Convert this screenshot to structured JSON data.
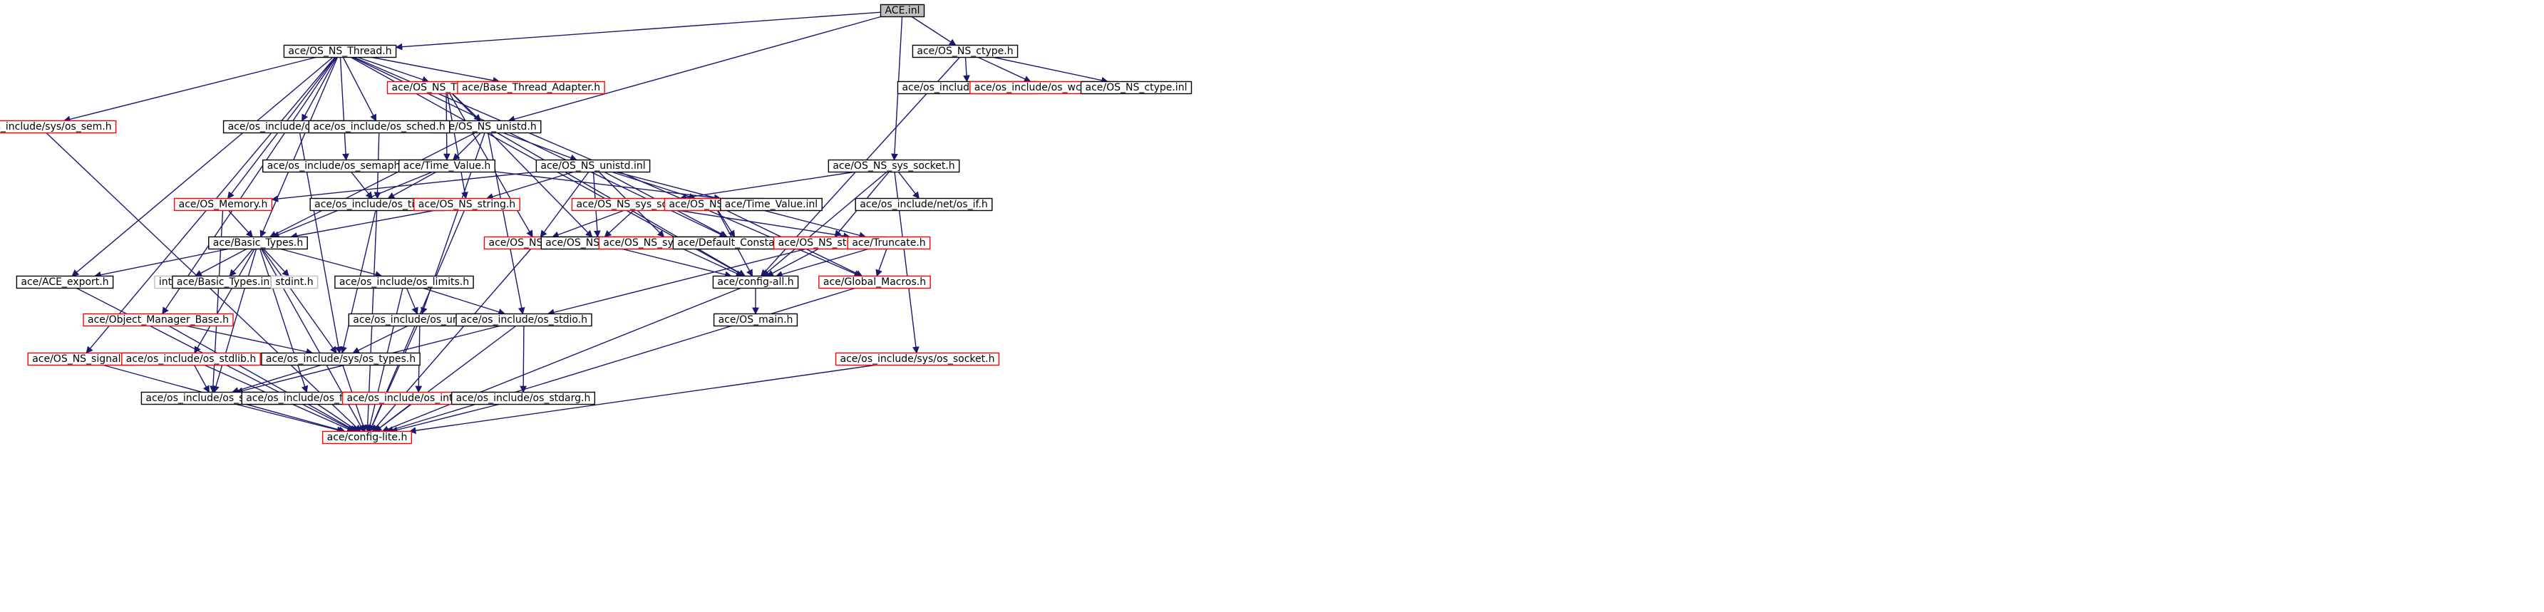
{
  "diagram": {
    "type": "include-dependency-graph",
    "colors": {
      "edge": "#191970",
      "root_fill": "#bfbfbf",
      "node_border": "#000000",
      "truncated_border": "#ff0000",
      "system_border": "#bfbfbf"
    },
    "nodes": [
      {
        "id": "ace_inl",
        "label": "ACE.inl",
        "kind": "root"
      },
      {
        "id": "os_ns_thread_h",
        "label": "ace/OS_NS_Thread.h",
        "kind": "plain"
      },
      {
        "id": "os_ns_ctype_h",
        "label": "ace/OS_NS_ctype.h",
        "kind": "plain"
      },
      {
        "id": "os_ns_thread_inl",
        "label": "ace/OS_NS_Thread.inl",
        "kind": "red"
      },
      {
        "id": "base_thread_adapter_h",
        "label": "ace/Base_Thread_Adapter.h",
        "kind": "red"
      },
      {
        "id": "os_ns_unistd_h",
        "label": "ace/OS_NS_unistd.h",
        "kind": "plain"
      },
      {
        "id": "os_include_os_ctype_h",
        "label": "ace/os_include/os_ctype.h",
        "kind": "plain"
      },
      {
        "id": "os_include_os_wctype_h",
        "label": "ace/os_include/os_wctype.h",
        "kind": "red"
      },
      {
        "id": "os_ns_ctype_inl",
        "label": "ace/OS_NS_ctype.inl",
        "kind": "plain"
      },
      {
        "id": "os_include_sys_os_sem_h",
        "label": "ace/os_include/sys/os_sem.h",
        "kind": "red"
      },
      {
        "id": "os_include_os_pthread_h",
        "label": "ace/os_include/os_pthread.h",
        "kind": "plain"
      },
      {
        "id": "os_include_os_sched_h",
        "label": "ace/os_include/os_sched.h",
        "kind": "plain"
      },
      {
        "id": "os_include_os_semaphore_h",
        "label": "ace/os_include/os_semaphore.h",
        "kind": "plain"
      },
      {
        "id": "time_value_h",
        "label": "ace/Time_Value.h",
        "kind": "plain"
      },
      {
        "id": "os_ns_unistd_inl",
        "label": "ace/OS_NS_unistd.inl",
        "kind": "plain"
      },
      {
        "id": "os_ns_sys_socket_h",
        "label": "ace/OS_NS_sys_socket.h",
        "kind": "plain"
      },
      {
        "id": "os_memory_h",
        "label": "ace/OS_Memory.h",
        "kind": "red"
      },
      {
        "id": "os_include_os_time_h",
        "label": "ace/os_include/os_time.h",
        "kind": "plain"
      },
      {
        "id": "os_ns_string_h",
        "label": "ace/OS_NS_string.h",
        "kind": "red"
      },
      {
        "id": "os_ns_sys_socket_inl",
        "label": "ace/OS_NS_sys_socket.inl",
        "kind": "red"
      },
      {
        "id": "os_ns_fcntl_h",
        "label": "ace/OS_NS_fcntl.h",
        "kind": "red"
      },
      {
        "id": "time_value_inl",
        "label": "ace/Time_Value.inl",
        "kind": "plain"
      },
      {
        "id": "os_include_net_os_if_h",
        "label": "ace/os_include/net/os_if.h",
        "kind": "plain"
      },
      {
        "id": "basic_types_h",
        "label": "ace/Basic_Types.h",
        "kind": "plain"
      },
      {
        "id": "os_ns_errno_h",
        "label": "ace/OS_NS_errno.h",
        "kind": "red"
      },
      {
        "id": "os_ns_macros_h",
        "label": "ace/OS_NS_macros.h",
        "kind": "plain"
      },
      {
        "id": "os_ns_sys_utsname_h",
        "label": "ace/OS_NS_sys_utsname.h",
        "kind": "red"
      },
      {
        "id": "default_constants_h",
        "label": "ace/Default_Constants.h",
        "kind": "plain"
      },
      {
        "id": "os_ns_stropts_h",
        "label": "ace/OS_NS_stropts.h",
        "kind": "red"
      },
      {
        "id": "truncate_h",
        "label": "ace/Truncate.h",
        "kind": "red"
      },
      {
        "id": "ace_export_h",
        "label": "ace/ACE_export.h",
        "kind": "plain"
      },
      {
        "id": "inttypes_h",
        "label": "inttypes.h",
        "kind": "gray"
      },
      {
        "id": "basic_types_inl",
        "label": "ace/Basic_Types.inl",
        "kind": "plain"
      },
      {
        "id": "stdint_h",
        "label": "stdint.h",
        "kind": "gray"
      },
      {
        "id": "os_include_os_limits_h",
        "label": "ace/os_include/os_limits.h",
        "kind": "plain"
      },
      {
        "id": "config_all_h",
        "label": "ace/config-all.h",
        "kind": "plain"
      },
      {
        "id": "global_macros_h",
        "label": "ace/Global_Macros.h",
        "kind": "red"
      },
      {
        "id": "object_manager_base_h",
        "label": "ace/Object_Manager_Base.h",
        "kind": "red"
      },
      {
        "id": "os_include_os_unistd_h",
        "label": "ace/os_include/os_unistd.h",
        "kind": "plain"
      },
      {
        "id": "os_include_os_stdio_h",
        "label": "ace/os_include/os_stdio.h",
        "kind": "plain"
      },
      {
        "id": "os_main_h",
        "label": "ace/OS_main.h",
        "kind": "plain"
      },
      {
        "id": "os_ns_signal_h",
        "label": "ace/OS_NS_signal.h",
        "kind": "red"
      },
      {
        "id": "os_include_os_stdlib_h",
        "label": "ace/os_include/os_stdlib.h",
        "kind": "red"
      },
      {
        "id": "os_include_sys_os_types_h",
        "label": "ace/os_include/sys/os_types.h",
        "kind": "plain"
      },
      {
        "id": "os_include_sys_os_socket_h",
        "label": "ace/os_include/sys/os_socket.h",
        "kind": "red"
      },
      {
        "id": "os_include_os_stddef_h",
        "label": "ace/os_include/os_stddef.h",
        "kind": "plain"
      },
      {
        "id": "os_include_os_float_h",
        "label": "ace/os_include/os_float.h",
        "kind": "plain"
      },
      {
        "id": "os_include_os_inttypes_h",
        "label": "ace/os_include/os_inttypes.h",
        "kind": "red"
      },
      {
        "id": "os_include_os_stdarg_h",
        "label": "ace/os_include/os_stdarg.h",
        "kind": "plain"
      },
      {
        "id": "config_lite_h",
        "label": "ace/config-lite.h",
        "kind": "red"
      }
    ],
    "edges": [
      [
        "ace_inl",
        "os_ns_thread_h"
      ],
      [
        "ace_inl",
        "os_ns_ctype_h"
      ],
      [
        "ace_inl",
        "os_ns_unistd_h"
      ],
      [
        "ace_inl",
        "os_ns_sys_socket_h"
      ],
      [
        "os_ns_ctype_h",
        "os_include_os_ctype_h"
      ],
      [
        "os_ns_ctype_h",
        "os_include_os_wctype_h"
      ],
      [
        "os_ns_ctype_h",
        "os_ns_ctype_inl"
      ],
      [
        "os_ns_ctype_h",
        "config_all_h"
      ],
      [
        "os_ns_thread_h",
        "os_include_sys_os_sem_h"
      ],
      [
        "os_ns_thread_h",
        "os_ns_thread_inl"
      ],
      [
        "os_ns_thread_h",
        "base_thread_adapter_h"
      ],
      [
        "os_ns_thread_h",
        "os_include_os_pthread_h"
      ],
      [
        "os_ns_thread_h",
        "os_include_os_sched_h"
      ],
      [
        "os_ns_thread_h",
        "os_include_os_semaphore_h"
      ],
      [
        "os_ns_thread_h",
        "os_memory_h"
      ],
      [
        "os_ns_thread_h",
        "basic_types_h"
      ],
      [
        "os_ns_thread_h",
        "ace_export_h"
      ],
      [
        "os_ns_thread_h",
        "object_manager_base_h"
      ],
      [
        "os_ns_thread_h",
        "os_ns_signal_h"
      ],
      [
        "os_ns_thread_h",
        "default_constants_h"
      ],
      [
        "os_ns_thread_h",
        "config_all_h"
      ],
      [
        "os_ns_thread_h",
        "global_macros_h"
      ],
      [
        "os_ns_thread_inl",
        "os_ns_unistd_h"
      ],
      [
        "os_ns_thread_inl",
        "time_value_h"
      ],
      [
        "os_ns_thread_inl",
        "os_ns_string_h"
      ],
      [
        "os_ns_thread_inl",
        "os_ns_errno_h"
      ],
      [
        "os_ns_thread_inl",
        "os_ns_macros_h"
      ],
      [
        "os_ns_unistd_h",
        "time_value_h"
      ],
      [
        "os_ns_unistd_h",
        "os_ns_unistd_inl"
      ],
      [
        "os_ns_unistd_h",
        "basic_types_h"
      ],
      [
        "os_ns_unistd_h",
        "os_include_os_unistd_h"
      ],
      [
        "os_ns_unistd_h",
        "os_include_os_stdio_h"
      ],
      [
        "os_ns_unistd_h",
        "config_all_h"
      ],
      [
        "os_include_os_sched_h",
        "os_include_os_time_h"
      ],
      [
        "os_include_os_semaphore_h",
        "os_include_os_time_h"
      ],
      [
        "os_include_os_pthread_h",
        "os_include_sys_os_types_h"
      ],
      [
        "time_value_h",
        "os_include_os_time_h"
      ],
      [
        "time_value_h",
        "basic_types_h"
      ],
      [
        "time_value_h",
        "time_value_inl"
      ],
      [
        "os_ns_unistd_inl",
        "os_memory_h"
      ],
      [
        "os_ns_unistd_inl",
        "os_ns_string_h"
      ],
      [
        "os_ns_unistd_inl",
        "os_ns_fcntl_h"
      ],
      [
        "os_ns_unistd_inl",
        "os_ns_errno_h"
      ],
      [
        "os_ns_unistd_inl",
        "os_ns_macros_h"
      ],
      [
        "os_ns_unistd_inl",
        "os_ns_sys_utsname_h"
      ],
      [
        "os_ns_unistd_inl",
        "default_constants_h"
      ],
      [
        "os_ns_unistd_inl",
        "truncate_h"
      ],
      [
        "os_ns_sys_socket_h",
        "os_ns_sys_socket_inl"
      ],
      [
        "os_ns_sys_socket_h",
        "os_include_net_os_if_h"
      ],
      [
        "os_ns_sys_socket_h",
        "os_ns_stropts_h"
      ],
      [
        "os_ns_sys_socket_h",
        "os_include_sys_os_socket_h"
      ],
      [
        "os_ns_sys_socket_h",
        "config_all_h"
      ],
      [
        "os_ns_sys_socket_inl",
        "os_ns_errno_h"
      ],
      [
        "os_ns_sys_socket_inl",
        "os_ns_macros_h"
      ],
      [
        "os_ns_sys_socket_inl",
        "truncate_h"
      ],
      [
        "os_ns_fcntl_h",
        "default_constants_h"
      ],
      [
        "os_ns_fcntl_h",
        "global_macros_h"
      ],
      [
        "os_ns_fcntl_h",
        "config_all_h"
      ],
      [
        "os_memory_h",
        "basic_types_h"
      ],
      [
        "os_memory_h",
        "os_include_os_stddef_h"
      ],
      [
        "os_include_os_time_h",
        "os_include_sys_os_types_h"
      ],
      [
        "os_include_os_time_h",
        "config_lite_h"
      ],
      [
        "os_ns_string_h",
        "basic_types_h"
      ],
      [
        "os_ns_string_h",
        "config_lite_h"
      ],
      [
        "os_ns_errno_h",
        "config_lite_h"
      ],
      [
        "os_ns_macros_h",
        "config_all_h"
      ],
      [
        "os_ns_sys_utsname_h",
        "config_all_h"
      ],
      [
        "os_ns_stropts_h",
        "config_all_h"
      ],
      [
        "os_ns_stropts_h",
        "os_include_os_stdio_h"
      ],
      [
        "truncate_h",
        "global_macros_h"
      ],
      [
        "truncate_h",
        "config_all_h"
      ],
      [
        "basic_types_h",
        "ace_export_h"
      ],
      [
        "basic_types_h",
        "inttypes_h"
      ],
      [
        "basic_types_h",
        "basic_types_inl"
      ],
      [
        "basic_types_h",
        "stdint_h"
      ],
      [
        "basic_types_h",
        "os_include_os_limits_h"
      ],
      [
        "basic_types_h",
        "os_include_os_stdlib_h"
      ],
      [
        "basic_types_h",
        "os_include_sys_os_types_h"
      ],
      [
        "basic_types_h",
        "os_include_os_stddef_h"
      ],
      [
        "basic_types_h",
        "os_include_os_float_h"
      ],
      [
        "basic_types_h",
        "config_lite_h"
      ],
      [
        "os_include_os_limits_h",
        "os_include_os_unistd_h"
      ],
      [
        "os_include_os_limits_h",
        "os_include_os_stdio_h"
      ],
      [
        "os_include_os_limits_h",
        "config_lite_h"
      ],
      [
        "config_all_h",
        "os_main_h"
      ],
      [
        "config_all_h",
        "config_lite_h"
      ],
      [
        "global_macros_h",
        "config_lite_h"
      ],
      [
        "object_manager_base_h",
        "os_include_sys_os_types_h"
      ],
      [
        "object_manager_base_h",
        "config_lite_h"
      ],
      [
        "os_include_os_unistd_h",
        "os_include_sys_os_types_h"
      ],
      [
        "os_include_os_unistd_h",
        "os_include_os_inttypes_h"
      ],
      [
        "os_include_os_unistd_h",
        "config_lite_h"
      ],
      [
        "os_include_os_stdio_h",
        "os_include_os_stddef_h"
      ],
      [
        "os_include_os_stdio_h",
        "os_include_os_stdarg_h"
      ],
      [
        "os_include_os_stdio_h",
        "config_lite_h"
      ],
      [
        "os_ns_signal_h",
        "config_lite_h"
      ],
      [
        "os_include_os_stdlib_h",
        "os_include_os_stddef_h"
      ],
      [
        "os_include_os_stdlib_h",
        "config_lite_h"
      ],
      [
        "os_include_sys_os_types_h",
        "os_include_os_stddef_h"
      ],
      [
        "os_include_sys_os_types_h",
        "config_lite_h"
      ],
      [
        "os_include_os_stddef_h",
        "config_lite_h"
      ],
      [
        "os_include_sys_os_socket_h",
        "config_lite_h"
      ],
      [
        "os_include_os_float_h",
        "config_lite_h"
      ],
      [
        "os_include_os_inttypes_h",
        "config_lite_h"
      ],
      [
        "os_include_os_stdarg_h",
        "config_lite_h"
      ],
      [
        "os_include_sys_os_sem_h",
        "config_lite_h"
      ],
      [
        "ace_export_h",
        "config_lite_h"
      ]
    ]
  }
}
